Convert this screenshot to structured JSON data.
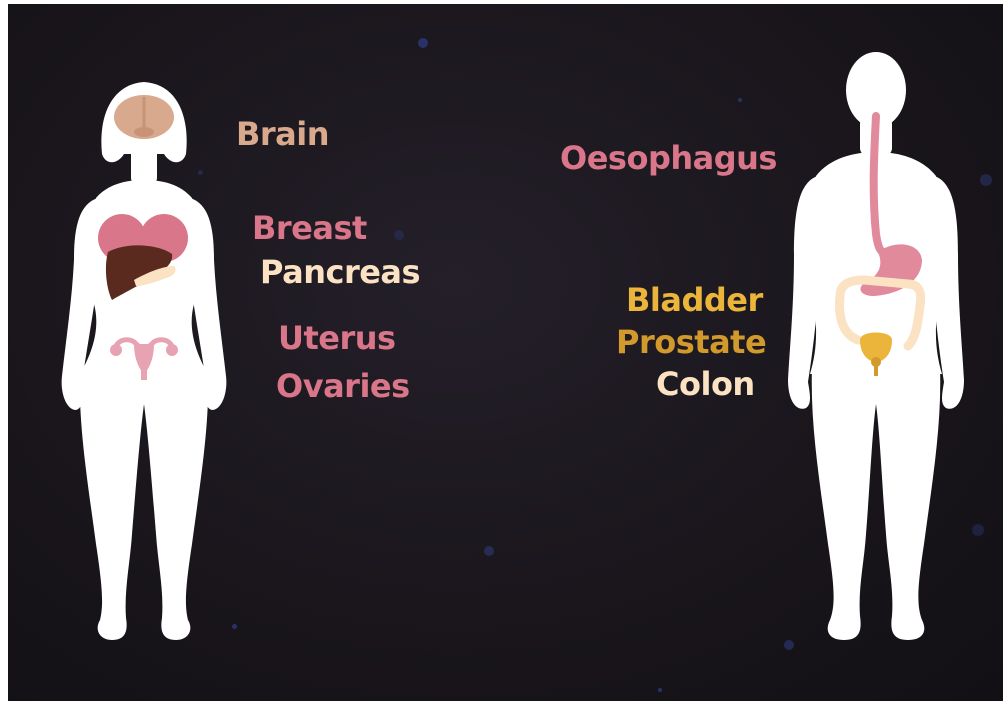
{
  "female": {
    "labels": [
      {
        "key": "brain",
        "text": "Brain",
        "color": "#d8a98c"
      },
      {
        "key": "breast",
        "text": "Breast",
        "color": "#d97689"
      },
      {
        "key": "pancreas",
        "text": "Pancreas",
        "color": "#fbe2c3"
      },
      {
        "key": "uterus",
        "text": "Uterus",
        "color": "#d97689"
      },
      {
        "key": "ovaries",
        "text": "Ovaries",
        "color": "#d97689"
      }
    ]
  },
  "male": {
    "labels": [
      {
        "key": "oesophagus",
        "text": "Oesophagus",
        "color": "#d97689"
      },
      {
        "key": "bladder",
        "text": "Bladder",
        "color": "#eab53a"
      },
      {
        "key": "prostate",
        "text": "Prostate",
        "color": "#d29a2c"
      },
      {
        "key": "colon",
        "text": "Colon",
        "color": "#fbe2c3"
      }
    ]
  },
  "colors": {
    "background": "#1a161c",
    "body": "#ffffff",
    "brain": "#d8a98c",
    "breast": "#d97689",
    "liver": "#5a2a1f",
    "pancreas": "#fbe2c3",
    "uterus": "#e7a3b2",
    "oesophagus": "#e08a9c",
    "colon": "#fbe2c3",
    "bladder": "#eab53a"
  }
}
